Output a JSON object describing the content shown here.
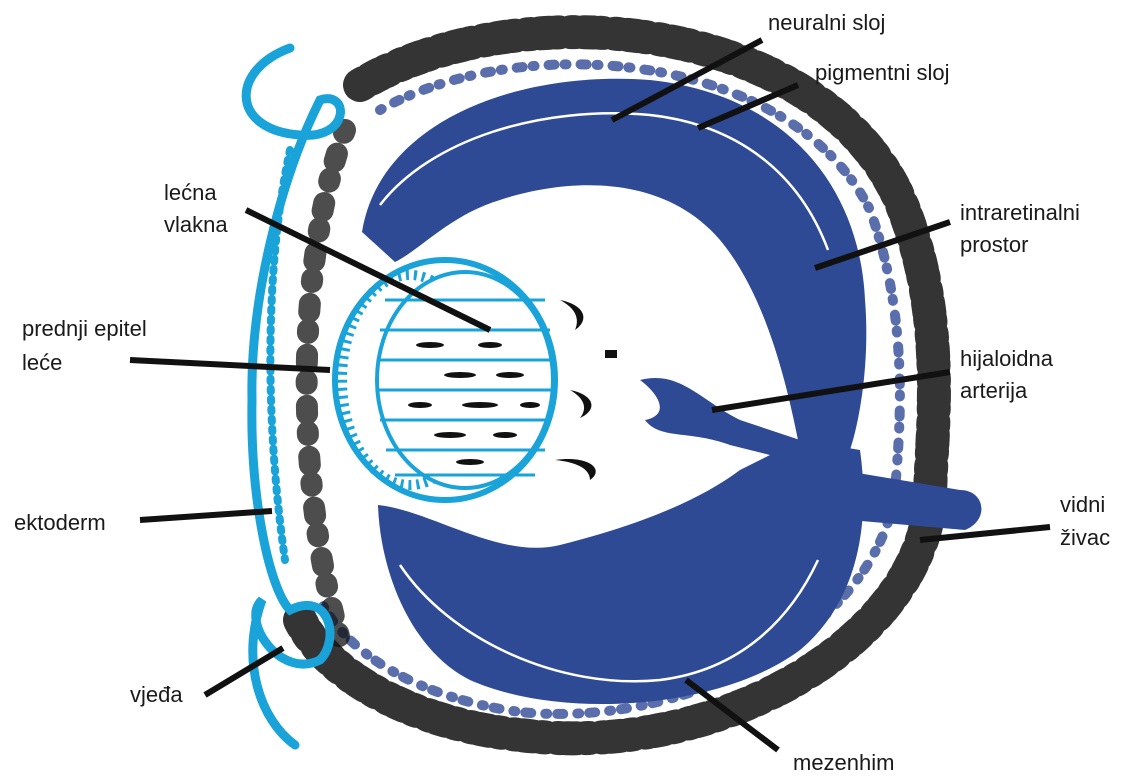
{
  "colors": {
    "optic_cup": "#2f4a95",
    "lens_ectoderm": "#1aa3d8",
    "mesenchyme": "#111111",
    "leader": "#111111",
    "background": "#ffffff"
  },
  "labels": {
    "neuralni_sloj": "neuralni sloj",
    "pigmentni_sloj": "pigmentni sloj",
    "intraretinalni_1": "intraretinalni",
    "intraretinalni_2": "prostor",
    "hijaloidna_1": "hijaloidna",
    "hijaloidna_2": "arterija",
    "vidni_1": "vidni",
    "vidni_2": "živac",
    "mezenhim": "mezenhim",
    "lecna_1": "lećna",
    "lecna_2": "vlakna",
    "prednji_1": "prednji epitel",
    "prednji_2": "leće",
    "ektoderm": "ektoderm",
    "vjeda": "vjeđa"
  }
}
